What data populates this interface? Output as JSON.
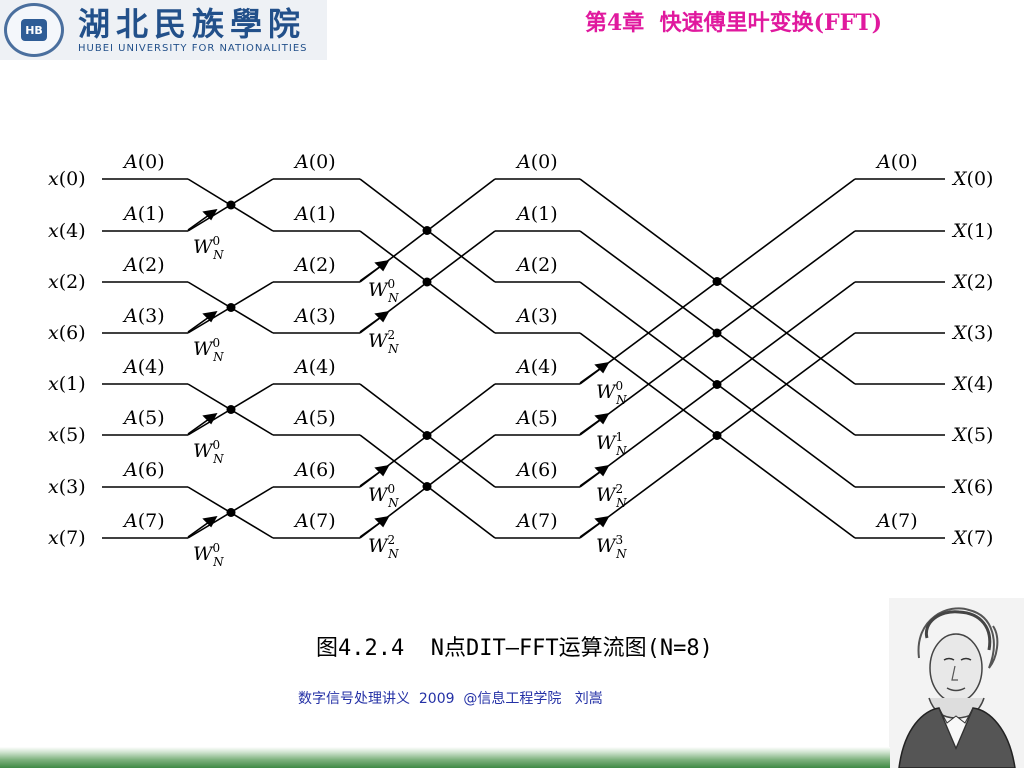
{
  "header": {
    "school_name_cn": "湖北民族學院",
    "school_name_en": "HUBEI UNIVERSITY FOR NATIONALITIES",
    "chapter_title": "第4章  快速傅里叶变换(FFT)"
  },
  "diagram": {
    "inputs": [
      "(0)",
      "(4)",
      "(2)",
      "(6)",
      "(1)",
      "(5)",
      "(3)",
      "(7)"
    ],
    "input_symbol": "x",
    "outputs": [
      "(0)",
      "(1)",
      "(2)",
      "(3)",
      "(4)",
      "(5)",
      "(6)",
      "(7)"
    ],
    "output_symbol": "X",
    "stage1_labels": [
      "(0)",
      "(1)",
      "(2)",
      "(3)",
      "(4)",
      "(5)",
      "(6)",
      "(7)"
    ],
    "stage2_labels": [
      "(0)",
      "(1)",
      "(2)",
      "(3)",
      "(4)",
      "(5)",
      "(6)",
      "(7)"
    ],
    "stage3_labels": [
      "(0)",
      "(1)",
      "(2)",
      "(3)",
      "(4)",
      "(5)",
      "(6)",
      "(7)"
    ],
    "stage4_labels": [
      "(0)",
      "(7)"
    ],
    "node_symbol": "A",
    "twiddle_base": "W",
    "twiddle_sub": "N",
    "stage1_twiddles": [
      "0",
      "0",
      "0",
      "0"
    ],
    "stage2_twiddles": [
      "0",
      "2",
      "0",
      "2"
    ],
    "stage3_twiddles": [
      "0",
      "1",
      "2",
      "3"
    ]
  },
  "caption": "图4.2.4  N点DIT—FFT运算流图(N=8)",
  "footer": "数字信号处理讲义  2009  @信息工程学院   刘嵩",
  "colors": {
    "chapter": "#e0199e",
    "footer": "#2431a6",
    "logo": "#22508a",
    "bar": "#3f8a45"
  }
}
